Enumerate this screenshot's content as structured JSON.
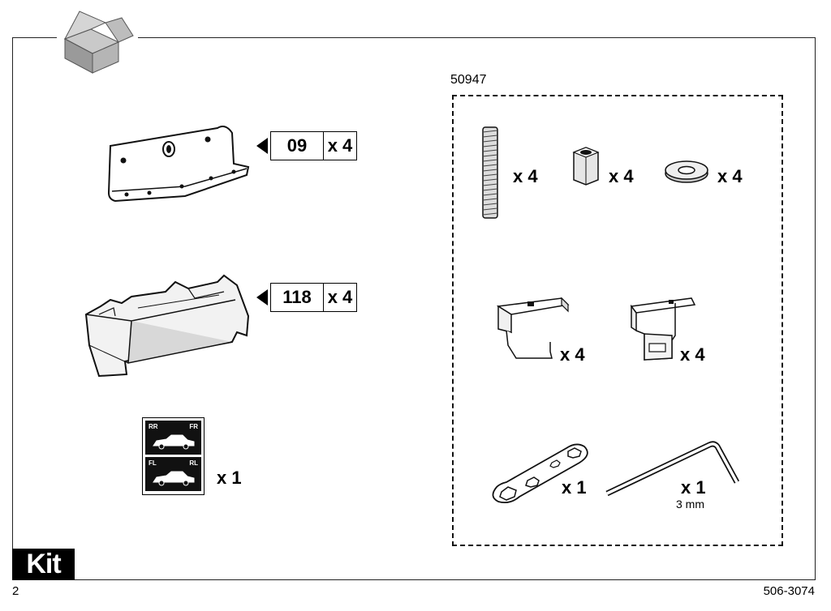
{
  "page": {
    "kit_label": "Kit",
    "page_number": "2",
    "doc_number": "506-3074"
  },
  "parts_left": [
    {
      "code": "09",
      "qty": "x 4",
      "icon": "mounting-bracket-icon"
    },
    {
      "code": "118",
      "qty": "x 4",
      "icon": "foot-pad-icon"
    },
    {
      "qty": "x 1",
      "icon": "position-sticker-icon"
    }
  ],
  "sticker": {
    "rr": "RR",
    "fr": "FR",
    "fl": "FL",
    "rl": "RL"
  },
  "kit": {
    "number": "50947",
    "items": [
      {
        "qty": "x 4",
        "icon": "threaded-rod-icon"
      },
      {
        "qty": "x 4",
        "icon": "hex-nut-icon"
      },
      {
        "qty": "x 4",
        "icon": "washer-icon"
      },
      {
        "qty": "x 4",
        "icon": "hook-bracket-icon"
      },
      {
        "qty": "x 4",
        "icon": "clamp-bracket-icon"
      },
      {
        "qty": "x 1",
        "icon": "wrench-icon"
      },
      {
        "qty": "x 1",
        "sub": "3 mm",
        "icon": "allen-key-icon"
      }
    ]
  }
}
